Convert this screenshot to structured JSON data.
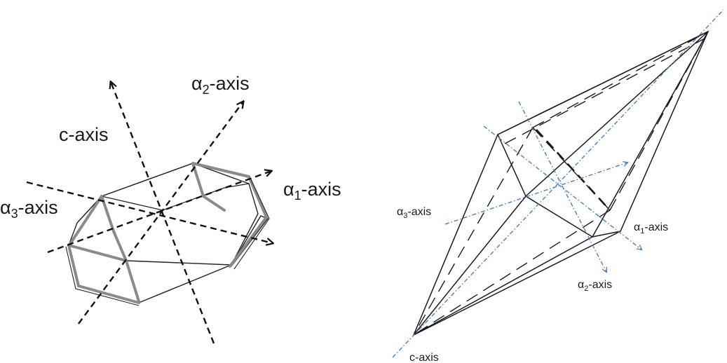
{
  "left_panel": {
    "c_axis": "c-axis",
    "a1_axis": {
      "letter": "α",
      "sub": "1",
      "rest": "-axis"
    },
    "a2_axis": {
      "letter": "α",
      "sub": "2",
      "rest": "-axis"
    },
    "a3_axis": {
      "letter": "α",
      "sub": "3",
      "rest": "-axis"
    }
  },
  "right_panel": {
    "c_axis": "c-axis",
    "a1_axis": {
      "letter": "α",
      "sub": "1",
      "rest": "-axis"
    },
    "a2_axis": {
      "letter": "α",
      "sub": "2",
      "rest": "-axis"
    },
    "a3_axis": {
      "letter": "α",
      "sub": "3",
      "rest": "-axis"
    }
  },
  "colors": {
    "axis_black": "#111111",
    "prism_edge": "#222222",
    "prism_gray": "#8a8a8a",
    "axis_blue": "#4a7fc1"
  }
}
